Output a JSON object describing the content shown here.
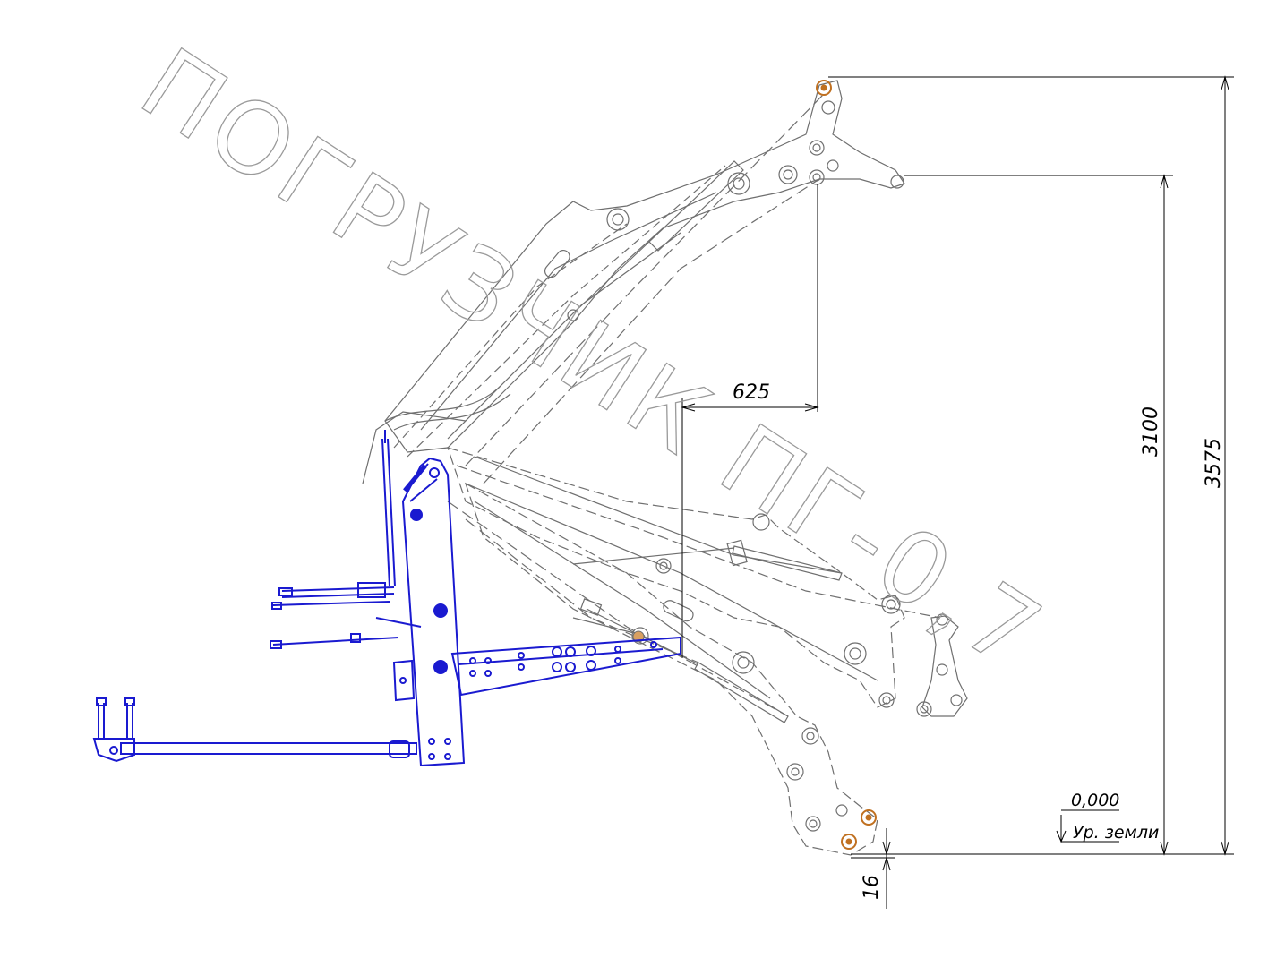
{
  "watermark": {
    "text": "ПОГРУЗЧИК ПГ-0,7"
  },
  "dimensions": {
    "offset_625": "625",
    "height_3100": "3100",
    "height_3575": "3575",
    "below_16": "16"
  },
  "ground_level": {
    "value": "0,000",
    "label": "Ур. земли"
  },
  "colors": {
    "frame": "#1a1ad0",
    "boom": "#7a7a7a",
    "dimension": "#000000",
    "watermark": "#9a9a9a"
  }
}
